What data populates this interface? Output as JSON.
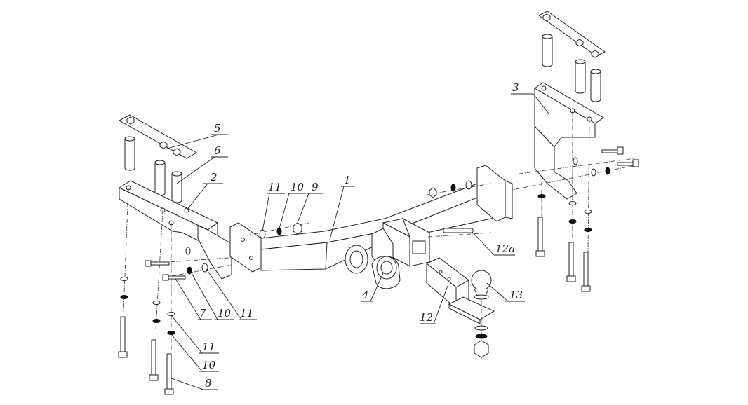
{
  "labels": {
    "l1": "1",
    "l2": "2",
    "l3": "3",
    "l4": "4",
    "l5": "5",
    "l6": "6",
    "l7": "7",
    "l8": "8",
    "l9": "9",
    "l10a": "10",
    "l10b": "10",
    "l10c": "10",
    "l11a": "11",
    "l11b": "11",
    "l11c": "11",
    "l12": "12",
    "l12a": "12a",
    "l13": "13"
  }
}
